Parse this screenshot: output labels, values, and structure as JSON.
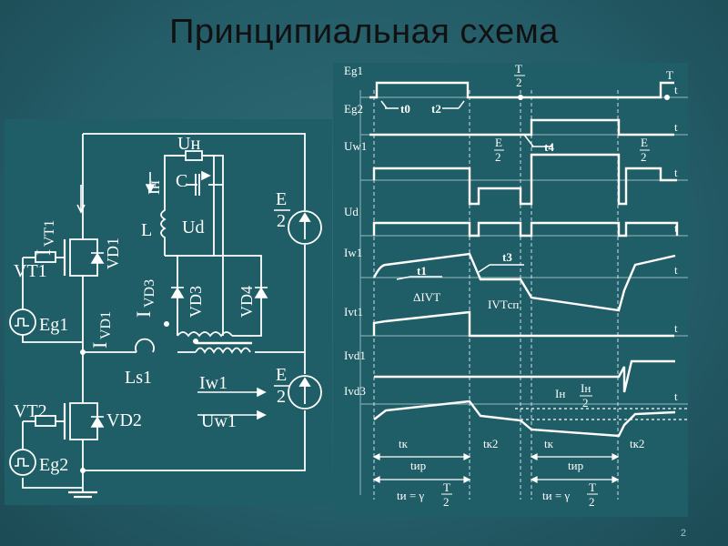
{
  "slide": {
    "title": "Принципиальная схема",
    "page_number": "2"
  },
  "circuit": {
    "labels": {
      "un": "Uн",
      "in": "Iн",
      "c": "C",
      "l": "L",
      "ud": "Ud",
      "ivt1_i": "I",
      "ivt1_sub": "VT1",
      "vd1_top": "VD1",
      "vt1": "VT1",
      "eg1": "Eg1",
      "ivd1_i": "I",
      "ivd1_sub": "VD1",
      "ivd3_i": "I",
      "ivd3_sub": "VD3",
      "vd3": "VD3",
      "vd4": "VD4",
      "e_top_num": "E",
      "e_top_den": "2",
      "e_bot_num": "E",
      "e_bot_den": "2",
      "ls1": "Ls1",
      "iw1": "Iw1",
      "uw1": "Uw1",
      "vt2": "VT2",
      "vd2": "VD2",
      "eg2": "Eg2"
    }
  },
  "waveforms": {
    "rows": [
      "Eg1",
      "Eg2",
      "Uw1",
      "Ud",
      "Iw1",
      "Ivt1",
      "Ivd1",
      "Ivd3"
    ],
    "axis_label": "t",
    "marks": {
      "t0": "t0",
      "t2": "t2",
      "t3": "t3",
      "t4": "t4",
      "t1": "t1",
      "T_half_num": "T",
      "T_half_den": "2",
      "T_full": "T",
      "e_half_num_1": "E",
      "e_half_den_1": "2",
      "e_half_num_2": "E",
      "e_half_den_2": "2",
      "delta_ivt": "ΔIVT",
      "ivt_sp": "IVTсп",
      "ih": "Iн",
      "ih_half_num": "Iн",
      "ih_half_den": "2",
      "tk_1": "tк",
      "tk2_1": "tк2",
      "tk_2": "tк",
      "tk2_2": "tк2",
      "tir_1": "tир",
      "tir_2": "tир",
      "ti_1": "tи = γ",
      "ti_2": "tи = γ",
      "ti_T_1": "T",
      "ti_2_1": "2",
      "ti_T_2": "T",
      "ti_2_2": "2"
    }
  }
}
